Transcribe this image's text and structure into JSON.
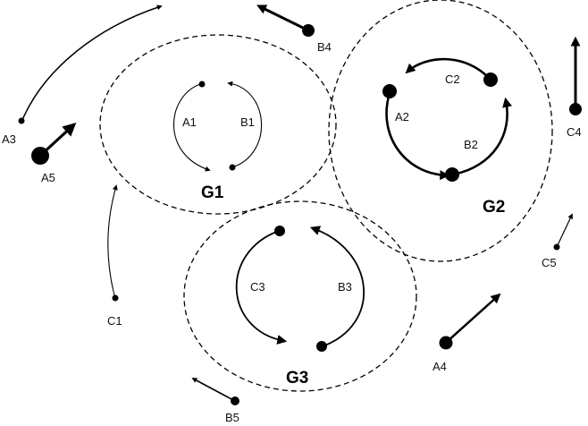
{
  "groups": [
    {
      "id": "G1",
      "label": "G1"
    },
    {
      "id": "G2",
      "label": "G2"
    },
    {
      "id": "G3",
      "label": "G3"
    }
  ],
  "agents": {
    "A1": "A1",
    "B1": "B1",
    "A2": "A2",
    "B2": "B2",
    "C2": "C2",
    "B3": "B3",
    "C3": "C3",
    "A3": "A3",
    "A4": "A4",
    "A5": "A5",
    "B4": "B4",
    "B5": "B5",
    "C1": "C1",
    "C4": "C4",
    "C5": "C5"
  },
  "colors": {
    "stroke": "#000000",
    "background": "#ffffff"
  }
}
